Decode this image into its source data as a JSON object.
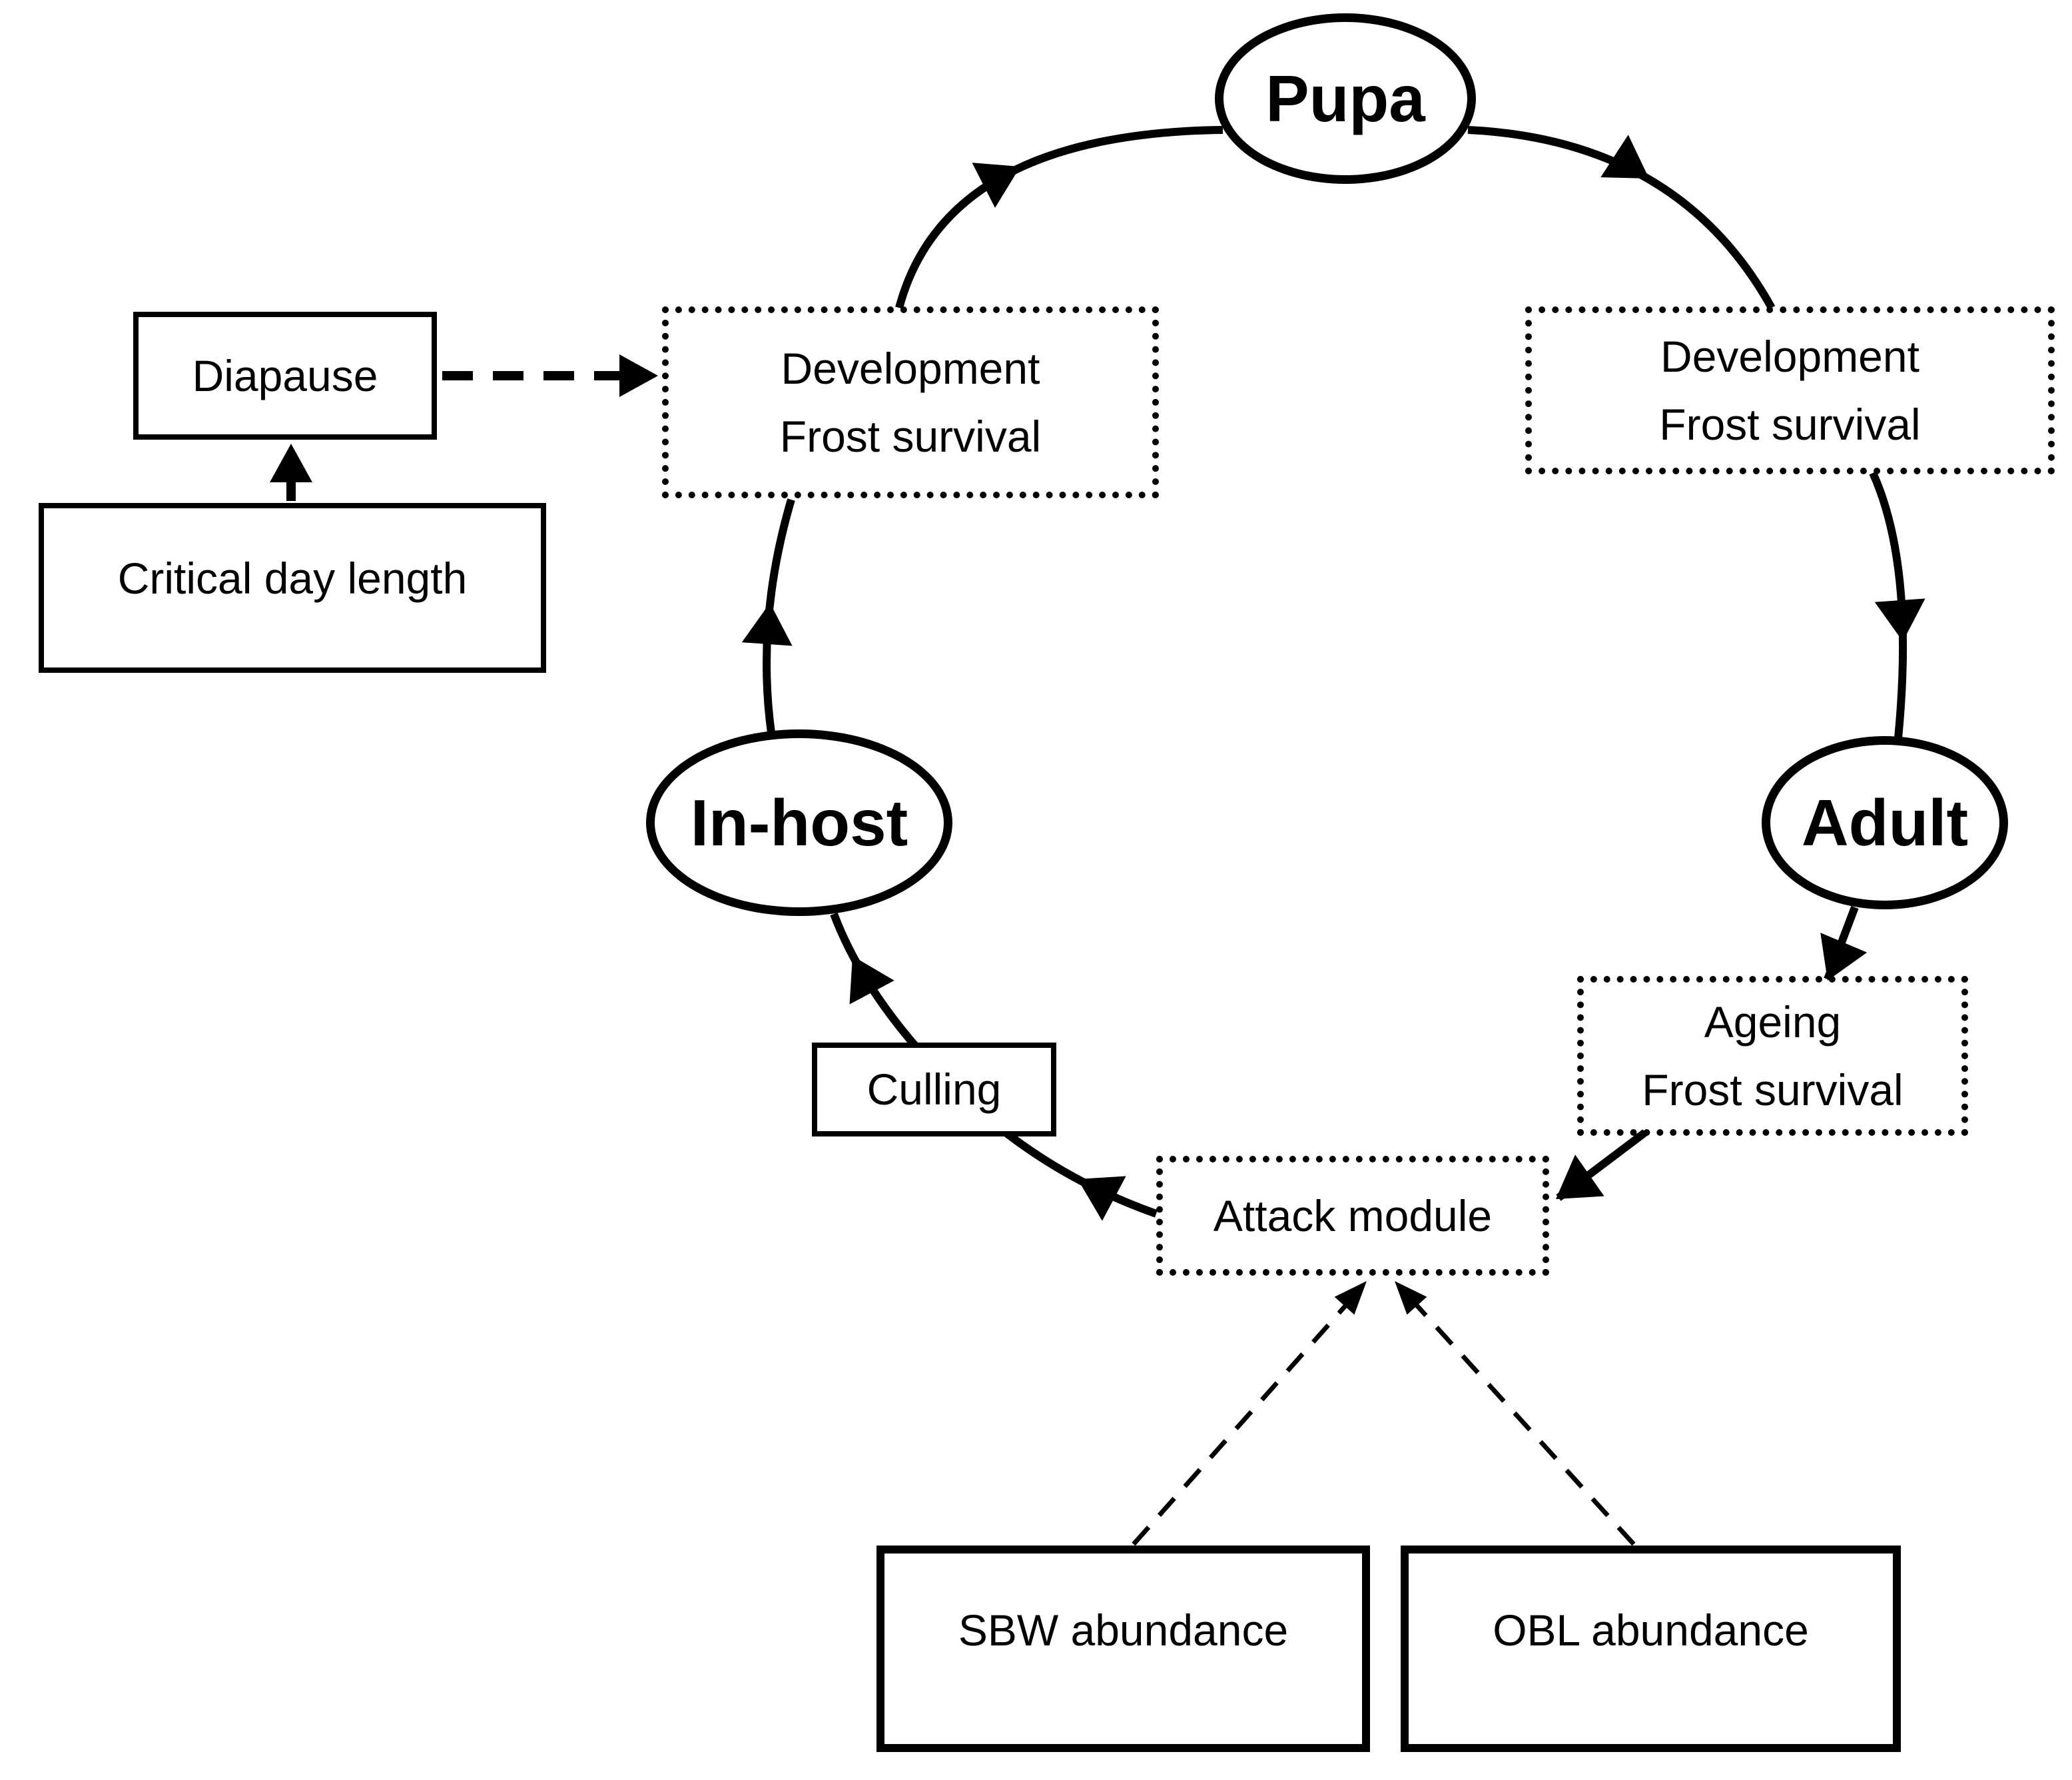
{
  "figure": {
    "colors": {
      "ink": "#000000",
      "background": "#ffffff"
    },
    "stages": {
      "pupa": "Pupa",
      "in_host": "In-host",
      "adult": "Adult"
    },
    "process_boxes": {
      "development_left": {
        "line1": "Development",
        "line2": "Frost survival"
      },
      "development_right": {
        "line1": "Development",
        "line2": "Frost survival"
      },
      "ageing": {
        "line1": "Ageing",
        "line2": "Frost survival"
      },
      "attack_module": {
        "label": "Attack module"
      }
    },
    "input_boxes": {
      "diapause": "Diapause",
      "critical_day_length": "Critical day length",
      "culling": "Culling",
      "sbw_abundance": "SBW abundance",
      "obl_abundance": "OBL abundance"
    }
  }
}
